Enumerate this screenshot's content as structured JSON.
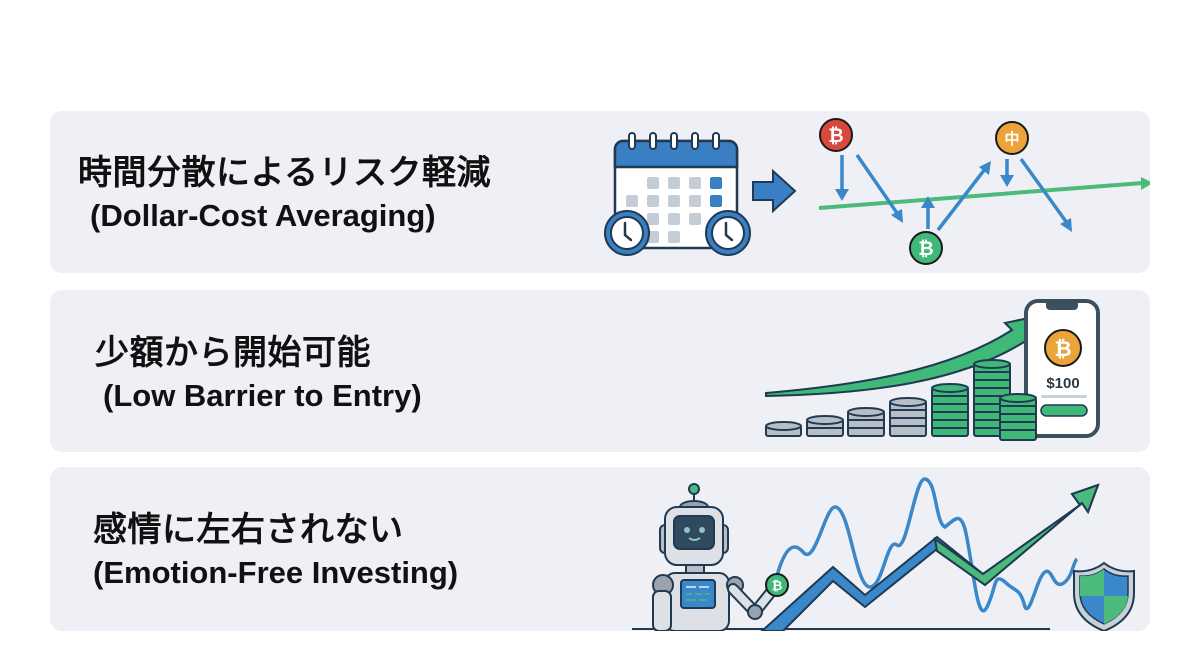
{
  "cards": [
    {
      "title_jp": "時間分散によるリスク軽減",
      "title_en": "(Dollar-Cost Averaging)",
      "illustration": {
        "icons": [
          "calendar-icon",
          "clock-icon",
          "clock-icon",
          "right-arrow-icon",
          "bitcoin-coin-red-icon",
          "bitcoin-coin-green-icon",
          "coin-orange-icon"
        ],
        "coin_glyphs": [
          "₿",
          "₿",
          "中"
        ],
        "colors": {
          "blue": "#3a87c9",
          "green": "#4cba7a",
          "red": "#d9483d",
          "orange": "#eba43a"
        }
      }
    },
    {
      "title_jp": "少額から開始可能",
      "title_en": "(Low Barrier to Entry)",
      "illustration": {
        "icons": [
          "growth-arrow-icon",
          "coin-stacks-icon",
          "smartphone-icon",
          "bitcoin-coin-icon"
        ],
        "phone_amount": "$100",
        "coin_glyph": "₿",
        "colors": {
          "green": "#3fb878",
          "gray": "#b8bec6",
          "orange": "#eba43a"
        }
      }
    },
    {
      "title_jp": "感情に左右されない",
      "title_en": "(Emotion-Free Investing)",
      "illustration": {
        "icons": [
          "robot-icon",
          "bitcoin-coin-icon",
          "volatility-line-icon",
          "trend-arrow-icon",
          "shield-icon"
        ],
        "coin_glyph": "₿",
        "colors": {
          "blue": "#3a87c9",
          "green": "#4cba7a",
          "robot": "#dde1e6"
        }
      }
    }
  ]
}
